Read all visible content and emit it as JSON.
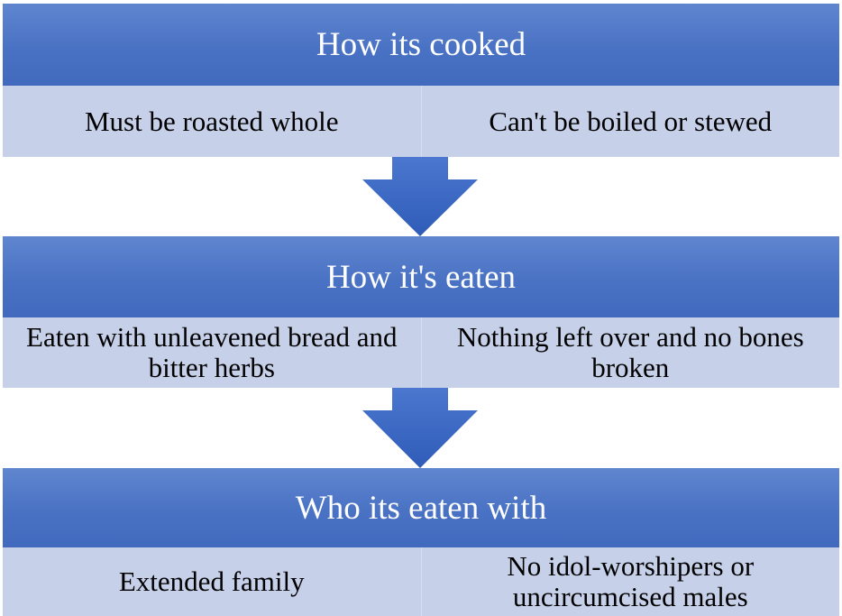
{
  "sections": [
    {
      "title": "How its cooked",
      "items": [
        "Must be roasted whole",
        "Can't be boiled or stewed"
      ]
    },
    {
      "title": "How it's eaten",
      "items": [
        "Eaten with unleavened bread and bitter herbs",
        "Nothing left over and no bones broken"
      ]
    },
    {
      "title": "Who its eaten with",
      "items": [
        "Extended family",
        "No idol-worshipers or uncircumcised males"
      ]
    }
  ],
  "colors": {
    "header": "#4a72c4",
    "row": "#c6d0e9",
    "arrow": "#3b66c2"
  }
}
